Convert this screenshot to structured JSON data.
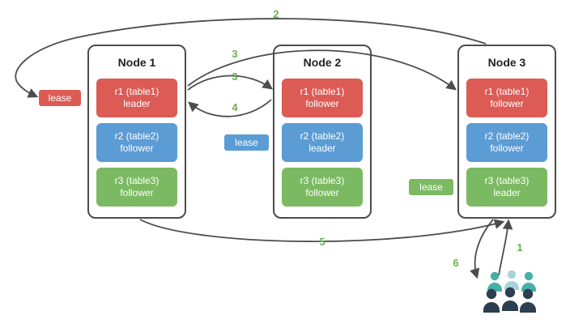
{
  "colors": {
    "red": "#dc5b55",
    "blue": "#5b9cd5",
    "green": "#7bba62",
    "step": "#6aaf4e",
    "arrow": "#4d4d4d",
    "node_border": "#4c4c4c",
    "title": "#222222",
    "users_dark": "#2c3e50",
    "users_teal": "#45b0a6",
    "users_light": "#a9d3d8"
  },
  "nodes": [
    {
      "title": "Node 1",
      "replicas": [
        {
          "name": "r1 (table1)",
          "role": "leader"
        },
        {
          "name": "r2 (table2)",
          "role": "follower"
        },
        {
          "name": "r3 (table3)",
          "role": "follower"
        }
      ]
    },
    {
      "title": "Node 2",
      "replicas": [
        {
          "name": "r1 (table1)",
          "role": "follower"
        },
        {
          "name": "r2 (table2)",
          "role": "leader"
        },
        {
          "name": "r3 (table3)",
          "role": "follower"
        }
      ]
    },
    {
      "title": "Node 3",
      "replicas": [
        {
          "name": "r1 (table1)",
          "role": "follower"
        },
        {
          "name": "r2 (table2)",
          "role": "follower"
        },
        {
          "name": "r3 (table3)",
          "role": "leader"
        }
      ]
    }
  ],
  "leases": {
    "red": {
      "label": "lease"
    },
    "blue": {
      "label": "lease"
    },
    "green": {
      "label": "lease"
    }
  },
  "steps": {
    "s1": "1",
    "s2": "2",
    "s3a": "3",
    "s3b": "3",
    "s4": "4",
    "s5": "5",
    "s6": "6"
  }
}
